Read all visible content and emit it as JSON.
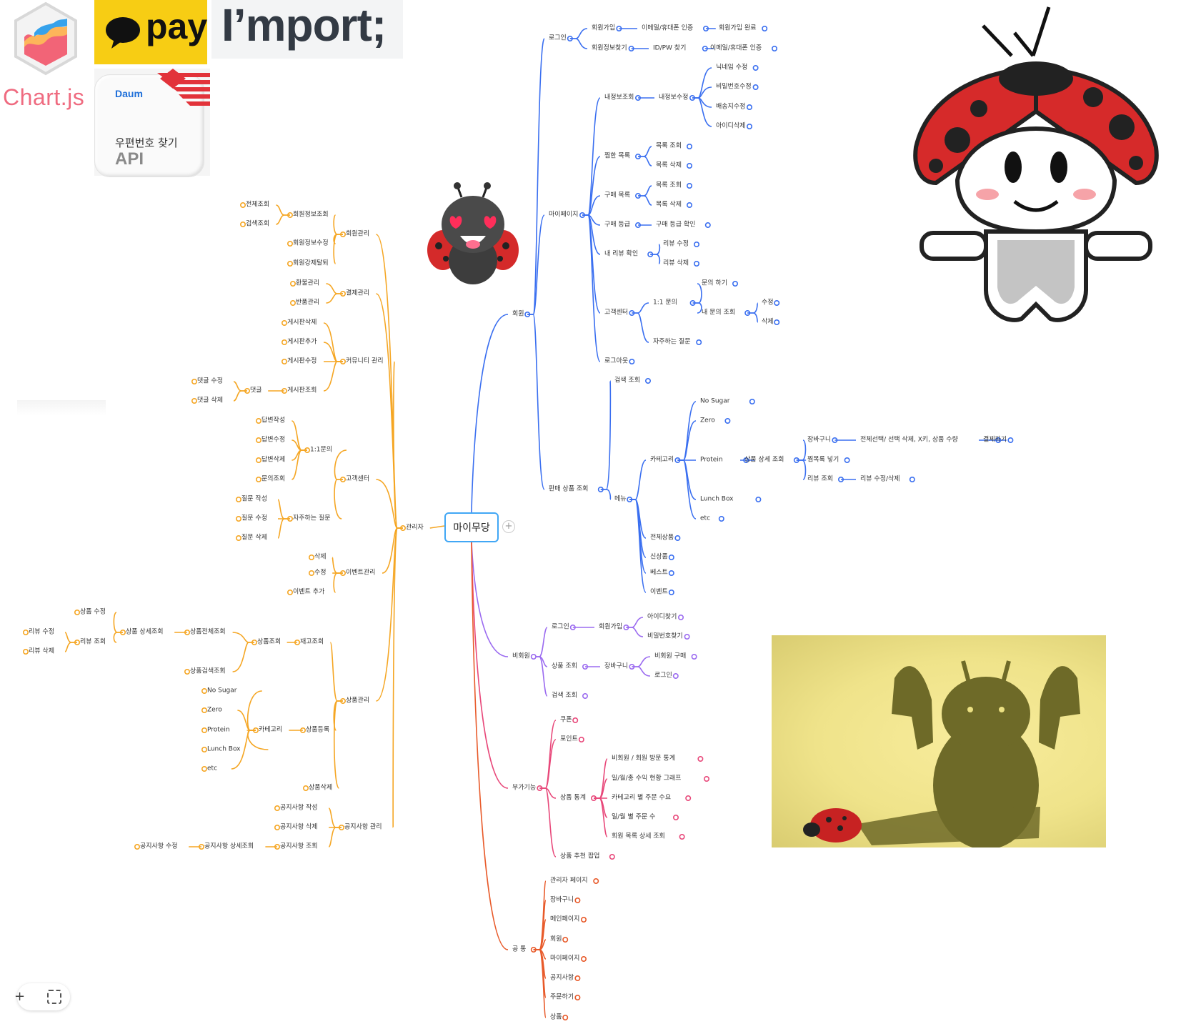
{
  "logos": {
    "chartjs": "Chart.js",
    "kakaopay": "pay",
    "iamport": "I’mport;",
    "daum_brand": "Daum",
    "daum_title": "우편번호 찾기",
    "daum_api": "API"
  },
  "mindmap": {
    "root": "마이무당",
    "colors": {
      "member": "#3a6ff0",
      "admin": "#f5a623",
      "guest": "#9b6bf0",
      "extra": "#e8487a",
      "common": "#e85a2a"
    }
  },
  "labels": {
    "r_member": "회원",
    "r_admin": "관리자",
    "r_guest": "비회원",
    "r_extra": "부가기능",
    "r_common": "공 통",
    "m_login": "로그인",
    "m_signup": "회원가입",
    "m_signup_auth": "이메일/휴대폰 인증",
    "m_signup_done": "회원가입 완료",
    "m_find": "회원정보찾기",
    "m_find_idpw": "ID/PW 찾기",
    "m_find_auth": "이메일/휴대폰 인증",
    "m_mypage": "마이페이지",
    "m_info_view": "내정보조회",
    "m_info_edit": "내정보수정",
    "m_nick": "닉네임 수정",
    "m_pw": "비밀번호수정",
    "m_addr": "배송지수정",
    "m_delete_id": "아이디삭제",
    "m_wish": "찜한 목록",
    "m_wish_view": "목록 조회",
    "m_wish_del": "목록 삭제",
    "m_buy": "구매 목록",
    "m_buy_view": "목록 조회",
    "m_buy_del": "목록 삭제",
    "m_grade": "구매 등급",
    "m_grade_view": "구매 등급 확인",
    "m_review": "내 리뷰 확인",
    "m_review_edit": "리뷰 수정",
    "m_review_del": "리뷰 삭제",
    "m_cs": "고객센터",
    "m_qna": "1:1 문의",
    "m_ask": "문의 하기",
    "m_my_qna": "내 문의 조회",
    "m_qna_edit": "수정",
    "m_qna_del": "삭제",
    "m_faq": "자주하는 질문",
    "m_logout": "로그아웃",
    "m_sale": "판매 상품 조회",
    "m_search": "검색 조회",
    "m_menu": "메뉴",
    "m_cat": "카테고리",
    "m_nosugar": "No Sugar",
    "m_zero": "Zero",
    "m_protein": "Protein",
    "m_detail": "상품 상세 조회",
    "m_cart": "장바구니",
    "m_cart_ops": "전체선택/ 선택 삭제, X키, 상품 수량",
    "m_pay": "결제하기",
    "m_wish_add": "찜목록 넣기",
    "m_review_view": "리뷰 조회",
    "m_review_edit2": "리뷰 수정/삭제",
    "m_lunch": "Lunch Box",
    "m_etc": "etc",
    "m_all": "전체상품",
    "m_new": "신상품",
    "m_best": "베스트",
    "m_event": "이벤트",
    "a_member": "회원관리",
    "a_member_view": "회원정보조회",
    "a_all_view": "전체조회",
    "a_search_view": "검색조회",
    "a_member_edit": "회원정보수정",
    "a_member_kick": "회원강제탈퇴",
    "a_pay": "결제관리",
    "a_refund": "환불관리",
    "a_return": "반품관리",
    "a_comm": "커뮤니티 관리",
    "a_post_del": "게시판삭제",
    "a_post_add": "게시판추가",
    "a_post_edit": "게시판수정",
    "a_post_view": "게시판조회",
    "a_comment": "댓글",
    "a_comment_edit": "댓글 수정",
    "a_comment_del": "댓글 삭제",
    "a_cs": "고객센터",
    "a_qna": "1:1문의",
    "a_ans_write": "답변작성",
    "a_ans_edit": "답변수정",
    "a_ans_del": "답변삭제",
    "a_qna_view": "문의조회",
    "a_faq": "자주하는 질문",
    "a_faq_write": "질문 작성",
    "a_faq_edit": "질문 수정",
    "a_faq_del": "질문 삭제",
    "a_event": "이벤트관리",
    "a_event_del": "삭제",
    "a_event_edit": "수정",
    "a_event_add": "이벤트 추가",
    "a_prod": "상품관리",
    "a_stock": "재고조회",
    "a_prod_view": "상품조회",
    "a_prod_all": "상품전체조회",
    "a_prod_detail": "상품 상세조회",
    "a_prod_edit": "상품 수정",
    "a_review_view": "리뷰 조회",
    "a_review_edit": "리뷰 수정",
    "a_review_del": "리뷰 삭제",
    "a_prod_search": "상품검색조회",
    "a_prod_reg": "상품등록",
    "a_cat": "카테고리",
    "a_nosugar": "No Sugar",
    "a_zero": "Zero",
    "a_protein": "Protein",
    "a_lunch": "Lunch Box",
    "a_etc": "etc",
    "a_prod_del": "상품삭제",
    "a_notice": "공지사항 관리",
    "a_notice_write": "공지사항 작성",
    "a_notice_del": "공지사항 삭제",
    "a_notice_view": "공지사항 조회",
    "a_notice_detail": "공지사항 상세조회",
    "a_notice_edit": "공지사항 수정",
    "g_login": "로그인",
    "g_signup": "회원가입",
    "g_find_id": "아이디찾기",
    "g_find_pw": "비밀번호찾기",
    "g_prod": "상품 조회",
    "g_cart": "장바구니",
    "g_buy": "비회원 구매",
    "g_login2": "로그인",
    "g_search": "검색 조회",
    "e_coupon": "쿠폰",
    "e_point": "포인트",
    "e_stats": "상품 통계",
    "e_visit": "비회원 / 회원 방문 통계",
    "e_revenue": "일/월/총 수익 현황 그래프",
    "e_cat_order": "카테고리 별 주문 수요",
    "e_daily_order": "일/월 별 주문 수",
    "e_member_list": "회원 목록 상세 조회",
    "e_popup": "상품 추천 팝업",
    "c_admin_page": "관리자 페이지",
    "c_cart": "장바구니",
    "c_main": "메인페이지",
    "c_member": "회원",
    "c_mypage": "마이페이지",
    "c_notice": "공지사항",
    "c_order": "주문하기",
    "c_product": "상품"
  }
}
